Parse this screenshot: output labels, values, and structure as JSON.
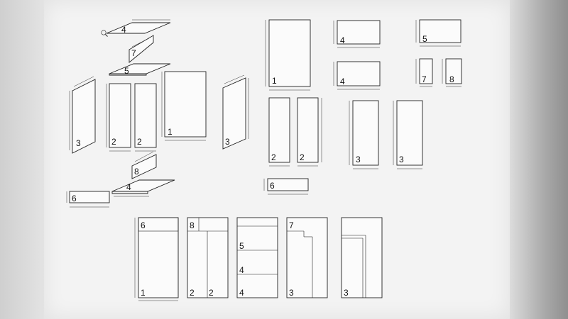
{
  "exploded_view": {
    "part_labels": [
      "4",
      "7",
      "5",
      "3",
      "2",
      "2",
      "1",
      "3",
      "8",
      "4",
      "6"
    ],
    "magnifier_icon": "magnifier-icon"
  },
  "parts_list": {
    "part_labels": [
      "1",
      "4",
      "5",
      "4",
      "7",
      "8",
      "2",
      "2",
      "3",
      "3",
      "6"
    ]
  },
  "assembly_steps": [
    {
      "labels": [
        "6",
        "1"
      ]
    },
    {
      "labels": [
        "8",
        "2",
        "2"
      ]
    },
    {
      "labels": [
        "5",
        "4",
        "4"
      ]
    },
    {
      "labels": [
        "7",
        "3"
      ]
    },
    {
      "labels": [
        "3"
      ]
    }
  ]
}
